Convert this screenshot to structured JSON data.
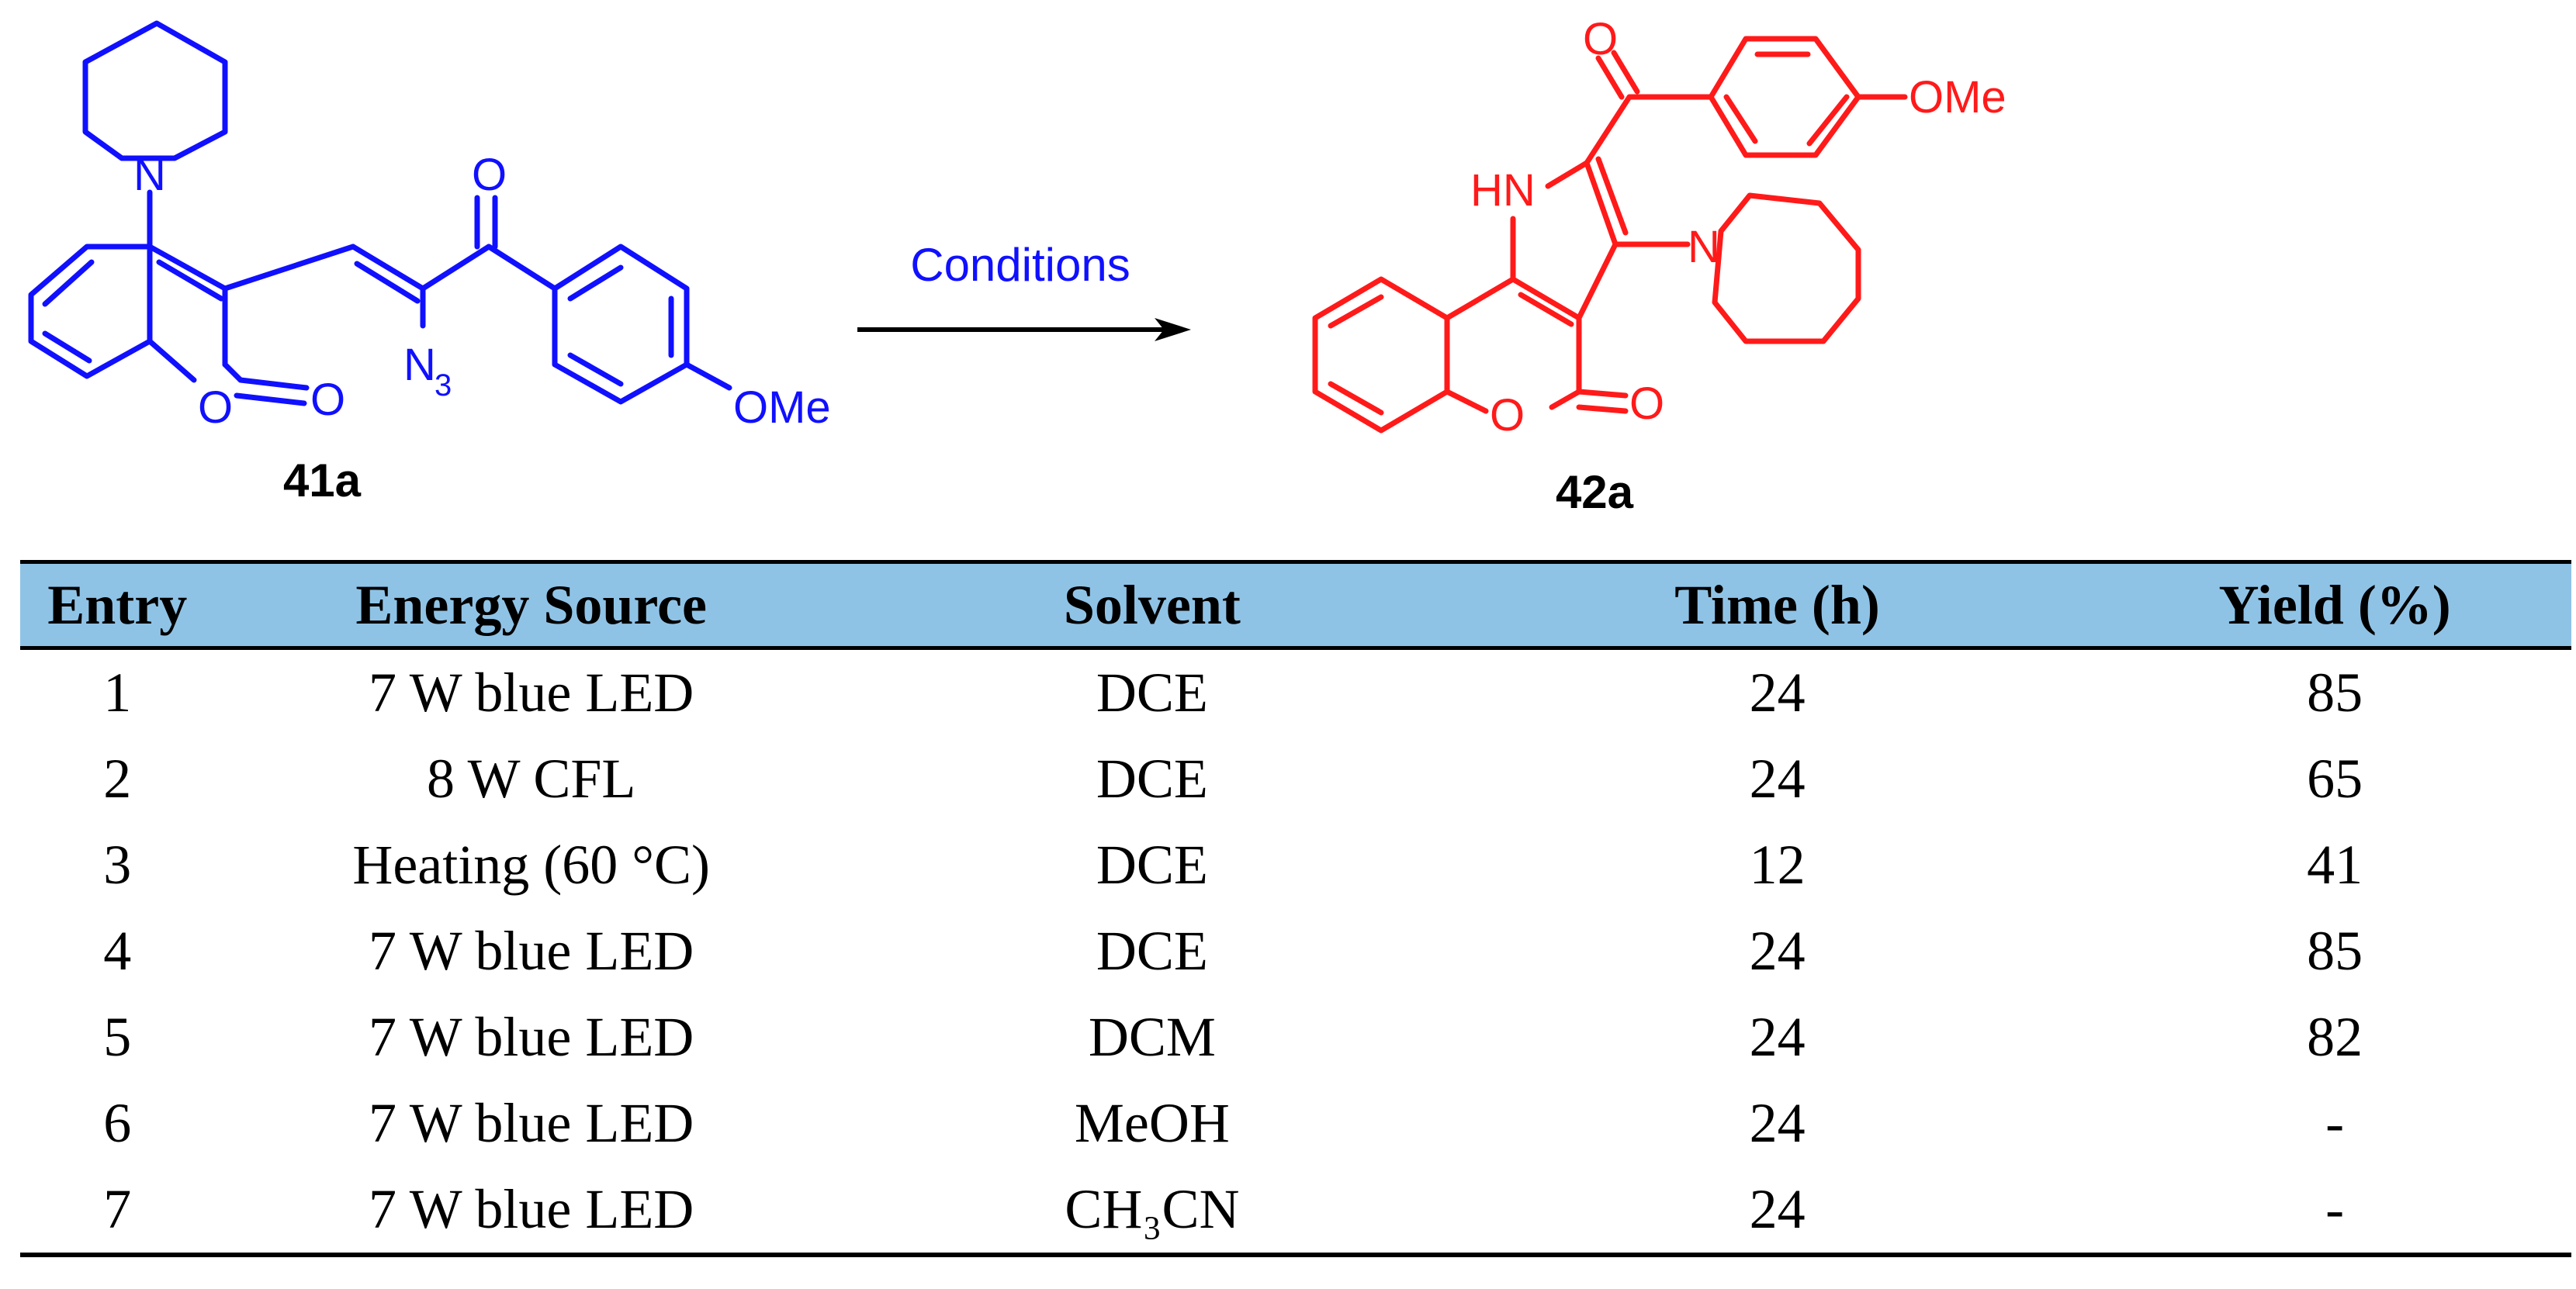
{
  "scheme": {
    "reactant_id": "41a",
    "product_id": "42a",
    "arrow_label": "Conditions",
    "atom_labels": {
      "reactant_N": "N",
      "reactant_O_ring": "O",
      "reactant_O_lactone": "O",
      "reactant_O_ketone": "O",
      "reactant_N3_main": "N",
      "reactant_N3_sub": "3",
      "reactant_OMe": "OMe",
      "product_NH": "HN",
      "product_N": "N",
      "product_O_ring": "O",
      "product_O_lactone": "O",
      "product_O_ketone": "O",
      "product_OMe": "OMe"
    },
    "colors": {
      "reactant": "#1010ff",
      "product": "#ff1a1a",
      "arrow": "#000000"
    }
  },
  "table": {
    "headers": [
      "Entry",
      "Energy Source",
      "Solvent",
      "Time (h)",
      "Yield (%)"
    ],
    "header_bg": "#8fc3e6",
    "rows": [
      {
        "entry": "1",
        "source": "7 W blue LED",
        "solvent": "DCE",
        "time": "24",
        "yield": "85"
      },
      {
        "entry": "2",
        "source": "8 W CFL",
        "solvent": "DCE",
        "time": "24",
        "yield": "65"
      },
      {
        "entry": "3",
        "source": "Heating (60 °C)",
        "solvent": "DCE",
        "time": "12",
        "yield": "41"
      },
      {
        "entry": "4",
        "source": "7 W blue LED",
        "solvent": "DCE",
        "time": "24",
        "yield": "85"
      },
      {
        "entry": "5",
        "source": "7 W blue LED",
        "solvent": "DCM",
        "time": "24",
        "yield": "82"
      },
      {
        "entry": "6",
        "source": "7 W blue LED",
        "solvent": "MeOH",
        "time": "24",
        "yield": "-"
      },
      {
        "entry": "7",
        "source": "7 W blue LED",
        "solvent": "CH₃CN",
        "time": "24",
        "yield": "-"
      }
    ]
  }
}
